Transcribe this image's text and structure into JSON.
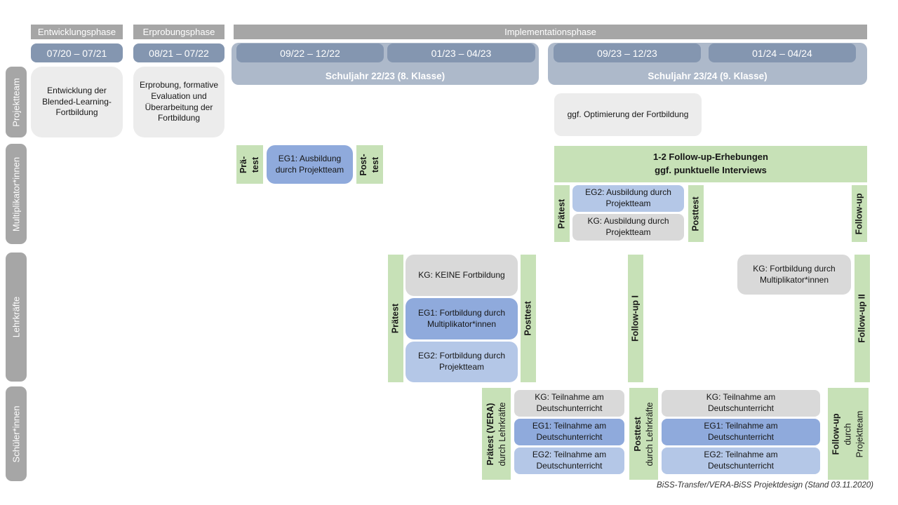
{
  "colors": {
    "phase_bar": "#a6a6a6",
    "date_bar": "#8496b0",
    "schoolyear_bar": "#adb9ca",
    "row_label": "#a6a6a6",
    "box_light_gray": "#ececec",
    "box_gray": "#d9d9d9",
    "box_blue": "#8faadc",
    "box_light_blue": "#b4c7e7",
    "box_green": "#c7e1b7"
  },
  "phases": {
    "entwicklung": "Entwicklungsphase",
    "erprobung": "Erprobungsphase",
    "implementation": "Implementationsphase"
  },
  "timeline": {
    "d1": "07/20 – 07/21",
    "d2": "08/21 – 07/22",
    "d3": "09/22 – 12/22",
    "d4": "01/23 – 04/23",
    "d5": "09/23 – 12/23",
    "d6": "01/24 – 04/24",
    "schuljahr1": "Schuljahr 22/23 (8. Klasse)",
    "schuljahr2": "Schuljahr 23/24 (9. Klasse)"
  },
  "rows": {
    "projektteam": {
      "label": "Projektteam",
      "entwicklung_box": "Entwicklung der Blended-Learning-Fortbildung",
      "erprobung_box": "Erprobung, formative Evaluation und Überarbeitung der Fortbildung",
      "optimierung_box": "ggf. Optimierung der Fortbildung"
    },
    "multiplikator": {
      "label": "Multiplikator*innen",
      "praetest1_line1": "Prä-",
      "praetest1_line2": "test",
      "eg1_box": "EG1: Ausbildung durch Projektteam",
      "posttest1_line1": "Post-",
      "posttest1_line2": "test",
      "followup_box_line1": "1-2 Follow-up-Erhebungen",
      "followup_box_line2": "ggf. punktuelle Interviews",
      "praetest2": "Prätest",
      "eg2_box": "EG2: Ausbildung durch Projektteam",
      "kg_box": "KG: Ausbildung durch Projektteam",
      "posttest2": "Posttest",
      "followup": "Follow-up"
    },
    "lehrkraefte": {
      "label": "Lehrkräfte",
      "praetest": "Prätest",
      "kg_box": "KG: KEINE Fortbildung",
      "eg1_box": "EG1: Fortbildung durch Multiplikator*innen",
      "eg2_box": "EG2: Fortbildung durch Projektteam",
      "posttest": "Posttest",
      "followup1": "Follow-up I",
      "kg2_box": "KG: Fortbildung durch Multiplikator*innen",
      "followup2": "Follow-up II"
    },
    "schueler": {
      "label": "Schüler*innen",
      "praetest_main": "Prätest (VERA)",
      "praetest_sub": "durch Lehrkräfte",
      "kg_box1": "KG: Teilnahme am Deutschunterricht",
      "eg1_box1": "EG1: Teilnahme am Deutschunterricht",
      "eg2_box1": "EG2: Teilnahme am Deutschunterricht",
      "posttest_main": "Posttest",
      "posttest_sub": "durch Lehrkräfte",
      "kg_box2": "KG: Teilnahme am Deutschunterricht",
      "eg1_box2": "EG1: Teilnahme am Deutschunterricht",
      "eg2_box2": "EG2: Teilnahme am Deutschunterricht",
      "followup_main": "Follow-up",
      "followup_sub1": "durch",
      "followup_sub2": "Projektteam"
    }
  },
  "caption": "BiSS-Transfer/VERA-BiSS Projektdesign (Stand 03.11.2020)"
}
